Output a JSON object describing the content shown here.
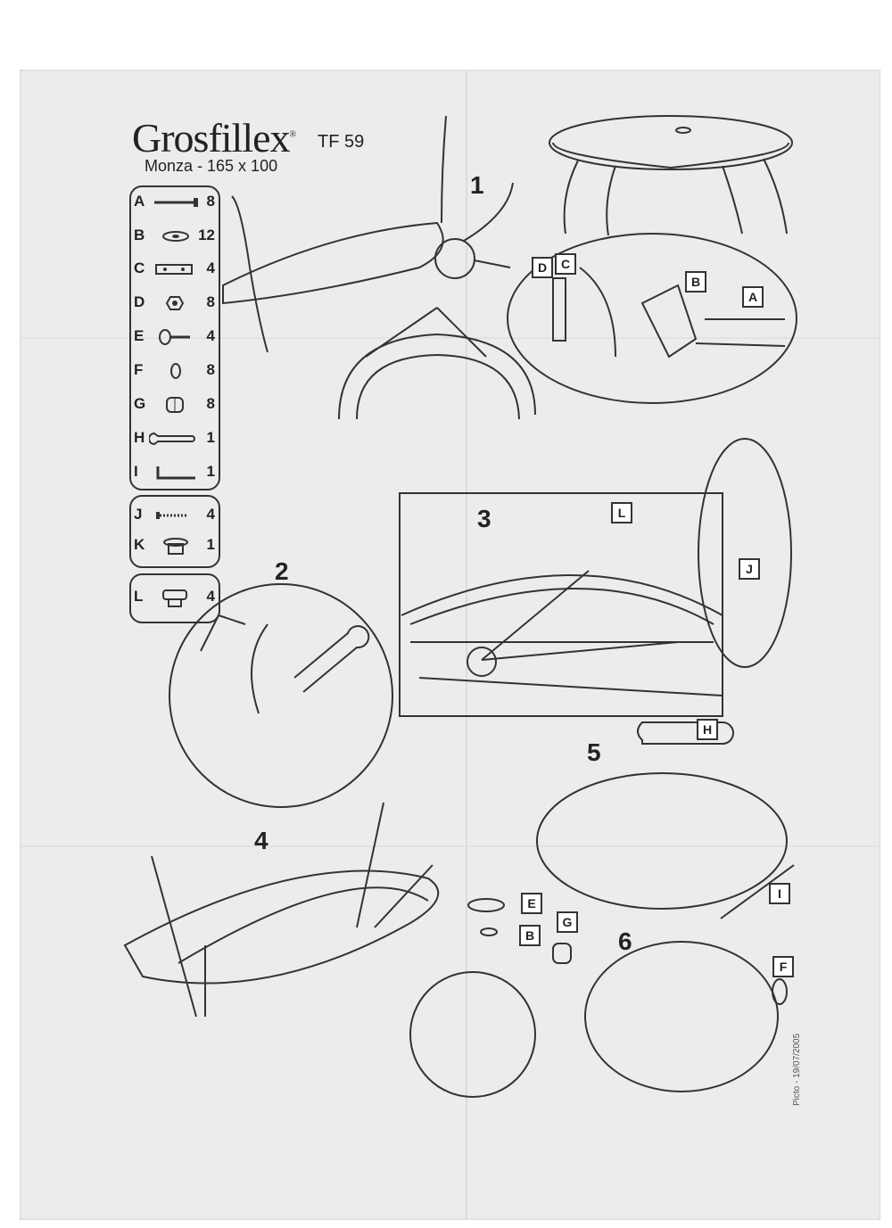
{
  "header": {
    "brand": "Grosfillex",
    "model": "TF 59",
    "subtitle": "Monza - 165 x 100"
  },
  "parts": [
    {
      "letter": "A",
      "qty": "8",
      "icon": "bolt-icon"
    },
    {
      "letter": "B",
      "qty": "12",
      "icon": "washer-icon"
    },
    {
      "letter": "C",
      "qty": "4",
      "icon": "plate-icon"
    },
    {
      "letter": "D",
      "qty": "8",
      "icon": "nut-icon"
    },
    {
      "letter": "E",
      "qty": "4",
      "icon": "wing-knob-icon"
    },
    {
      "letter": "F",
      "qty": "8",
      "icon": "cap-icon"
    },
    {
      "letter": "G",
      "qty": "8",
      "icon": "cap-nut-icon"
    },
    {
      "letter": "H",
      "qty": "1",
      "icon": "wrench-icon"
    },
    {
      "letter": "I",
      "qty": "1",
      "icon": "allen-key-icon"
    }
  ],
  "parts_extra": [
    {
      "letter": "J",
      "qty": "4",
      "icon": "screw-icon"
    },
    {
      "letter": "K",
      "qty": "1",
      "icon": "plug-icon"
    }
  ],
  "parts_extra2": [
    {
      "letter": "L",
      "qty": "4",
      "icon": "clip-icon"
    }
  ],
  "steps": {
    "s1": "1",
    "s2": "2",
    "s3": "3",
    "s4": "4",
    "s5": "5",
    "s6": "6"
  },
  "tags": {
    "d": "D",
    "c": "C",
    "b1": "B",
    "a": "A",
    "l": "L",
    "j": "J",
    "h": "H",
    "i": "I",
    "e": "E",
    "b2": "B",
    "g": "G",
    "f": "F"
  },
  "stamp": "Picto - 19/07/2005"
}
